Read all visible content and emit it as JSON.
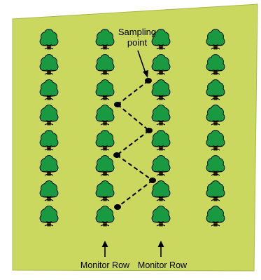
{
  "diagram": {
    "colors": {
      "field": "#cbd860",
      "field_border": "#a9b847",
      "tree_canopy": "#1a9943",
      "tree_outline": "#000000",
      "trunk": "#4a2f1e",
      "sampling_point": "#000000",
      "path": "#000000",
      "text": "#000000"
    },
    "labels": {
      "sampling_point_line1": "Sampling",
      "sampling_point_line2": "point",
      "monitor_row_left": "Monitor Row",
      "monitor_row_right": "Monitor Row"
    },
    "tree_rows": 8,
    "tree_columns": 4,
    "sampling_point_count": 6,
    "path_style": "dashed zig-zag"
  }
}
